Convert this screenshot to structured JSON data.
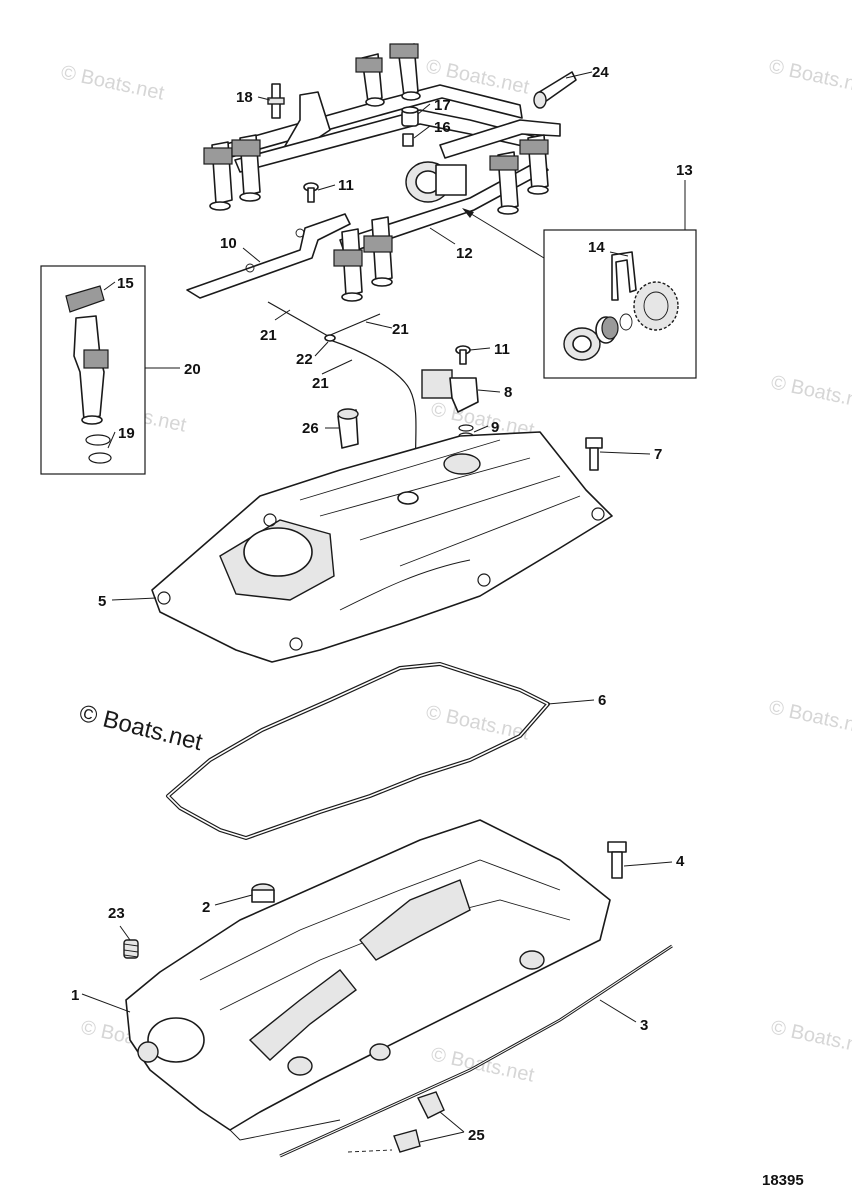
{
  "figure_number": "18395",
  "watermark_text": "© Boats.net",
  "callouts": [
    {
      "id": "c1",
      "label": "1"
    },
    {
      "id": "c2",
      "label": "2"
    },
    {
      "id": "c3",
      "label": "3"
    },
    {
      "id": "c4",
      "label": "4"
    },
    {
      "id": "c5",
      "label": "5"
    },
    {
      "id": "c6",
      "label": "6"
    },
    {
      "id": "c7",
      "label": "7"
    },
    {
      "id": "c8",
      "label": "8"
    },
    {
      "id": "c9",
      "label": "9"
    },
    {
      "id": "c10",
      "label": "10"
    },
    {
      "id": "c11a",
      "label": "11"
    },
    {
      "id": "c11b",
      "label": "11"
    },
    {
      "id": "c12",
      "label": "12"
    },
    {
      "id": "c13",
      "label": "13"
    },
    {
      "id": "c14",
      "label": "14"
    },
    {
      "id": "c15",
      "label": "15"
    },
    {
      "id": "c16",
      "label": "16"
    },
    {
      "id": "c17",
      "label": "17"
    },
    {
      "id": "c18",
      "label": "18"
    },
    {
      "id": "c19",
      "label": "19"
    },
    {
      "id": "c20",
      "label": "20"
    },
    {
      "id": "c21a",
      "label": "21"
    },
    {
      "id": "c21b",
      "label": "21"
    },
    {
      "id": "c21c",
      "label": "21"
    },
    {
      "id": "c22",
      "label": "22"
    },
    {
      "id": "c23",
      "label": "23"
    },
    {
      "id": "c24",
      "label": "24"
    },
    {
      "id": "c25",
      "label": "25"
    },
    {
      "id": "c26",
      "label": "26"
    }
  ],
  "colors": {
    "ink": "#1a1a1a",
    "watermark": "#d6d6d6",
    "background": "#ffffff"
  }
}
